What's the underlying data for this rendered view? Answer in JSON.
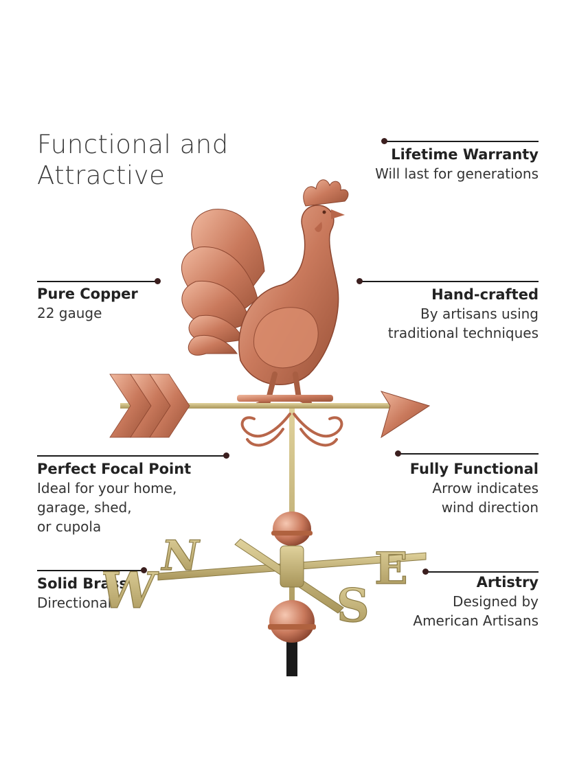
{
  "headline": {
    "line1": "Functional and",
    "line2": "Attractive"
  },
  "callouts": {
    "warranty": {
      "title": "Lifetime Warranty",
      "lines": [
        "Will last for generations"
      ]
    },
    "copper": {
      "title": "Pure Copper",
      "lines": [
        "22 gauge"
      ]
    },
    "handcrafted": {
      "title": "Hand-crafted",
      "lines": [
        "By artisans using",
        "traditional techniques"
      ]
    },
    "focal": {
      "title": "Perfect Focal Point",
      "lines": [
        "Ideal for your home,",
        "garage, shed,",
        "or cupola"
      ]
    },
    "functional": {
      "title": "Fully Functional",
      "lines": [
        "Arrow indicates",
        "wind direction"
      ]
    },
    "brass": {
      "title": "Solid Brass",
      "lines": [
        "Directionals"
      ]
    },
    "artistry": {
      "title": "Artistry",
      "lines": [
        "Designed by",
        "American Artisans"
      ]
    }
  },
  "compass": {
    "west": "W",
    "north": "N",
    "south": "S",
    "east": "E"
  },
  "colors": {
    "copper": "#c9795c",
    "copper_light": "#e8a98f",
    "brass": "#c9b77a",
    "pole": "#1a1a1a",
    "accent_dot": "#3b1f1f"
  }
}
